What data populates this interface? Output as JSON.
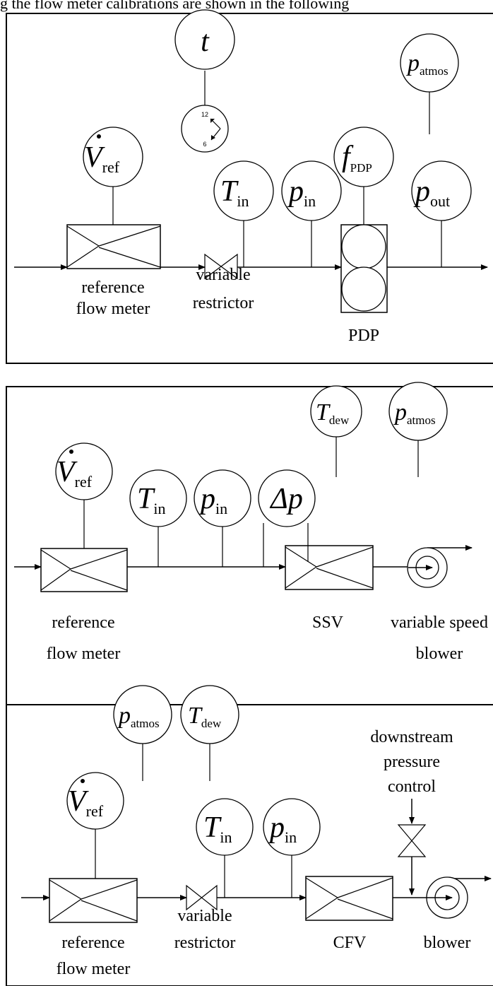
{
  "caption": "g the flow meter calibrations are shown in the following",
  "panel_a": {
    "time": {
      "sym": "t"
    },
    "clock": {
      "top": "12",
      "bottom": "6"
    },
    "patmos": {
      "sym": "p",
      "sub": "atmos"
    },
    "fpdp": {
      "sym": "f",
      "sub": "PDP"
    },
    "vref": {
      "sym": "V",
      "sub": "ref"
    },
    "tin": {
      "sym": "T",
      "sub": "in"
    },
    "pin": {
      "sym": "p",
      "sub": "in"
    },
    "pout": {
      "sym": "p",
      "sub": "out"
    },
    "labels": {
      "ref_line1": "reference",
      "ref_line2": "flow meter",
      "var_line1": "variable",
      "var_line2": "restrictor",
      "pdp": "PDP"
    }
  },
  "panel_b": {
    "tdew": {
      "sym": "T",
      "sub": "dew"
    },
    "patmos": {
      "sym": "p",
      "sub": "atmos"
    },
    "vref": {
      "sym": "V",
      "sub": "ref"
    },
    "tin": {
      "sym": "T",
      "sub": "in"
    },
    "pin": {
      "sym": "p",
      "sub": "in"
    },
    "dp": {
      "sym": "Δp"
    },
    "labels": {
      "ref_line1": "reference",
      "ref_line2": "flow meter",
      "ssv": "SSV",
      "blower_line1": "variable speed",
      "blower_line2": "blower"
    }
  },
  "panel_c": {
    "patmos": {
      "sym": "p",
      "sub": "atmos"
    },
    "tdew": {
      "sym": "T",
      "sub": "dew"
    },
    "vref": {
      "sym": "V",
      "sub": "ref"
    },
    "tin": {
      "sym": "T",
      "sub": "in"
    },
    "pin": {
      "sym": "p",
      "sub": "in"
    },
    "labels": {
      "down_line1": "downstream",
      "down_line2": "pressure",
      "down_line3": "control",
      "ref_line1": "reference",
      "ref_line2": "flow meter",
      "var_line1": "variable",
      "var_line2": "restrictor",
      "cfv": "CFV",
      "blower": "blower"
    }
  }
}
